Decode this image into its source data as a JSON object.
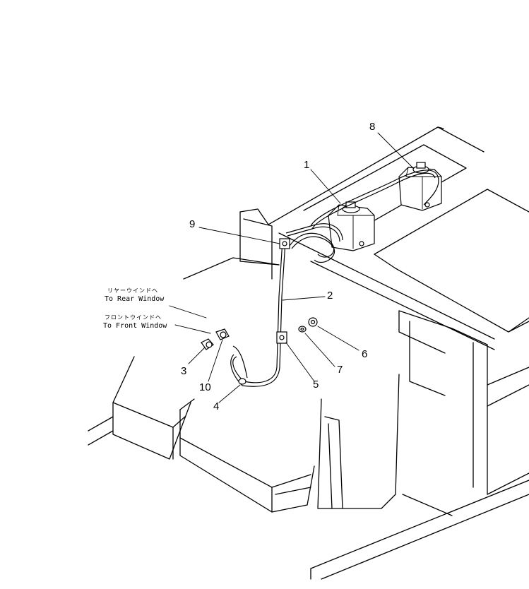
{
  "callouts": {
    "c1": "1",
    "c2": "2",
    "c3": "3",
    "c4": "4",
    "c5": "5",
    "c6": "6",
    "c7": "7",
    "c8": "8",
    "c9": "9",
    "c10": "10"
  },
  "destinations": {
    "rear_jp": "リヤーウインドヘ",
    "rear_en": "To Rear Window",
    "front_jp": "フロントウインドヘ",
    "front_en": "To Front Window"
  }
}
